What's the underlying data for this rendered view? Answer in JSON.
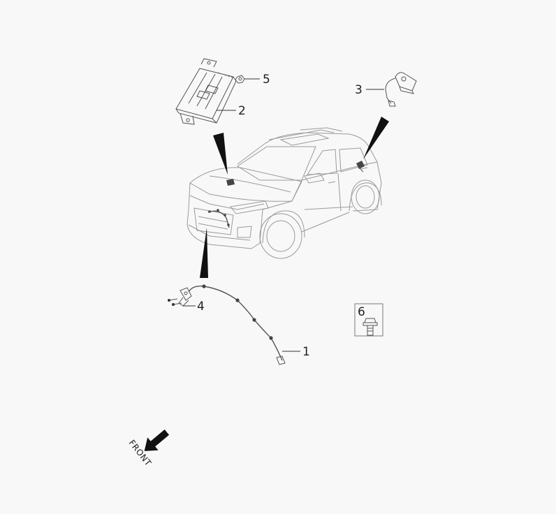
{
  "callouts": {
    "c1": "1",
    "c2": "2",
    "c3": "3",
    "c4": "4",
    "c5": "5",
    "c6": "6"
  },
  "front_label": "FRONT",
  "colors": {
    "line": "#9a9a9a",
    "dark": "#222222",
    "background": "#f8f8f8"
  }
}
